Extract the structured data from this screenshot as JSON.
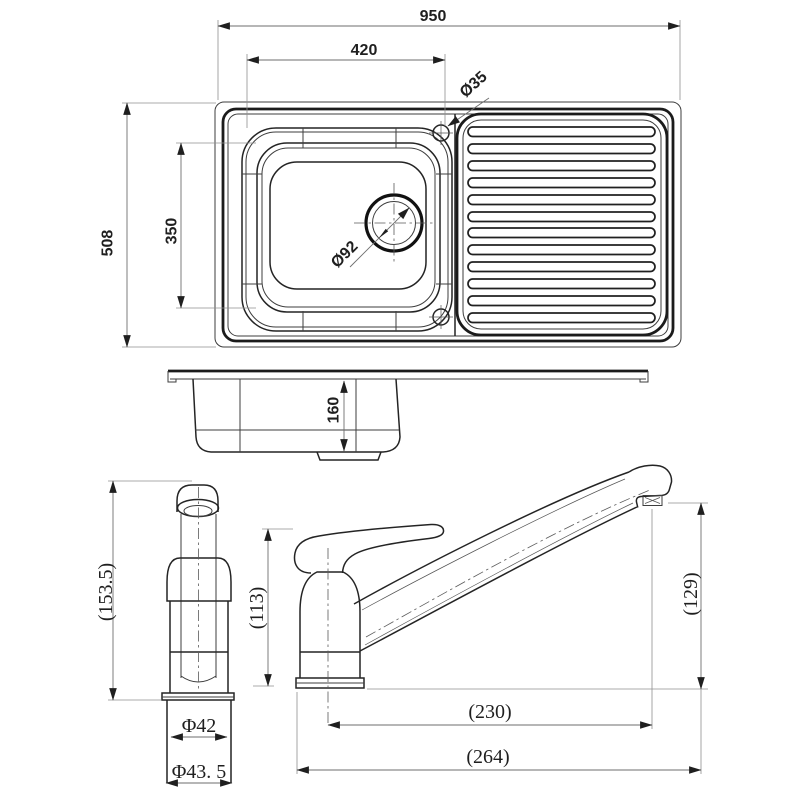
{
  "colors": {
    "background": "#ffffff",
    "line": "#1b1b1b",
    "dimension_line": "#6e6e6e",
    "text": "#1f1f1f"
  },
  "sink_plan": {
    "overall_width": "950",
    "bowl_cutout_width": "420",
    "overall_depth": "508",
    "bowl_cutout_depth": "350",
    "tap_hole_diameter": "Ø35",
    "waste_hole_diameter": "Ø92"
  },
  "sink_section": {
    "bowl_depth": "160"
  },
  "faucet_front": {
    "overall_height": "(153.5)",
    "body_diameter": "Φ42",
    "base_diameter": "Φ43. 5"
  },
  "faucet_side": {
    "handle_height": "(113)",
    "spout_outlet_height": "(129)",
    "spout_reach": "(230)",
    "overall_reach": "(264)"
  }
}
